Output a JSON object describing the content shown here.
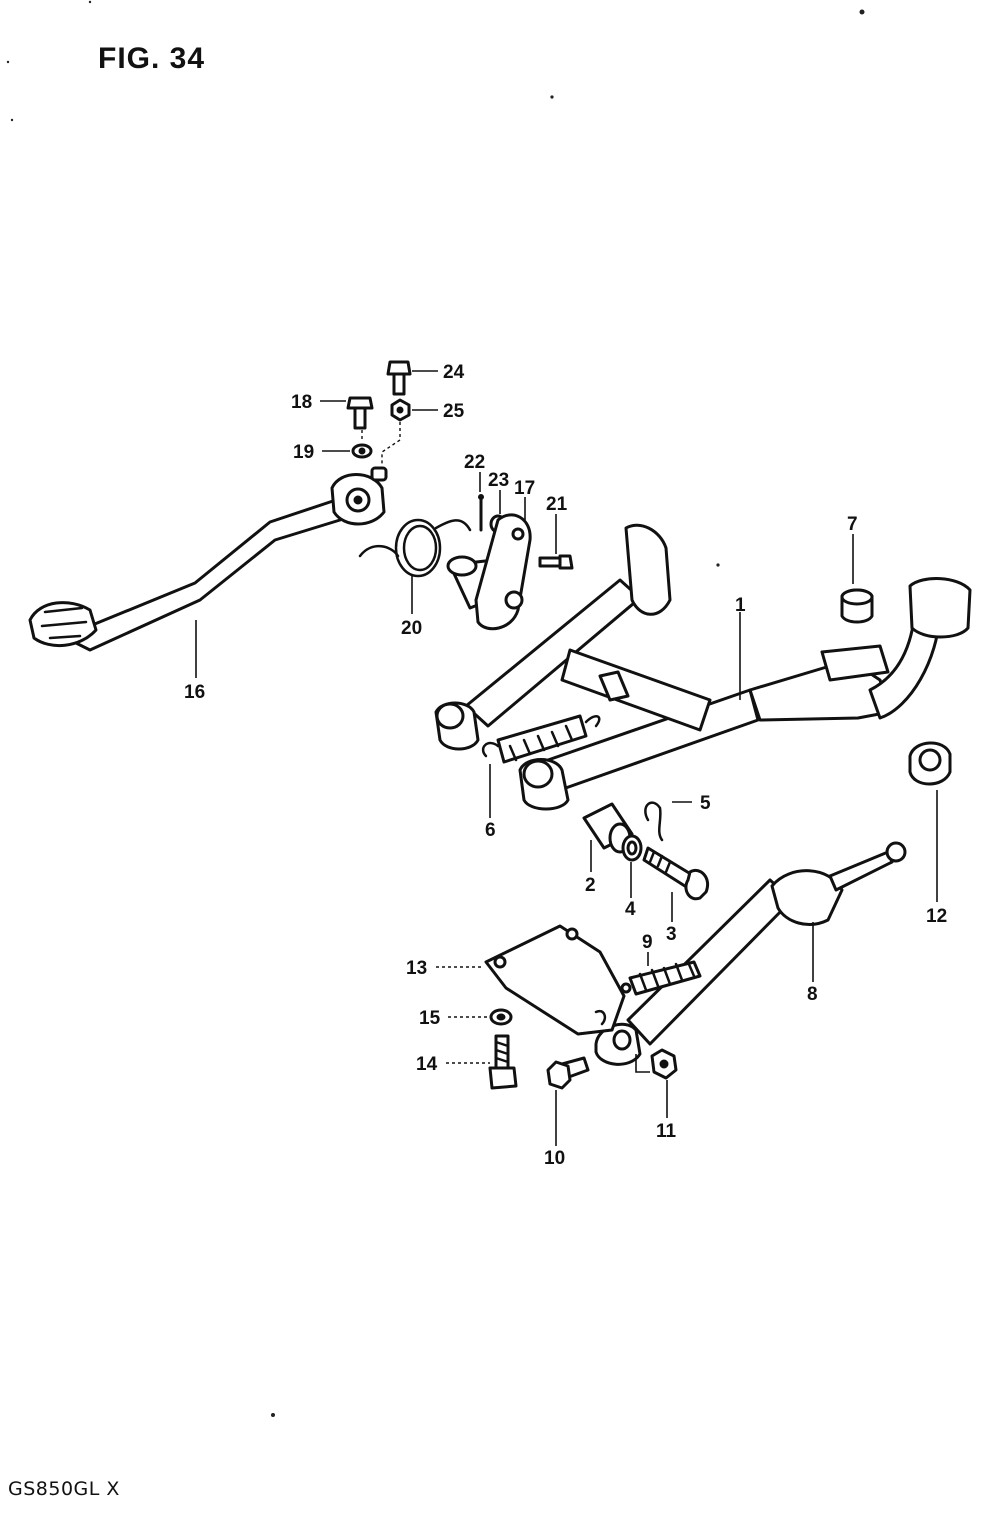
{
  "figure": {
    "title": "FIG. 34",
    "model": "GS850GL X"
  },
  "callouts": [
    {
      "id": "c1",
      "label": "1"
    },
    {
      "id": "c2",
      "label": "2"
    },
    {
      "id": "c3",
      "label": "3"
    },
    {
      "id": "c4",
      "label": "4"
    },
    {
      "id": "c5",
      "label": "5"
    },
    {
      "id": "c6",
      "label": "6"
    },
    {
      "id": "c7",
      "label": "7"
    },
    {
      "id": "c8",
      "label": "8"
    },
    {
      "id": "c9",
      "label": "9"
    },
    {
      "id": "c10",
      "label": "10"
    },
    {
      "id": "c11",
      "label": "11"
    },
    {
      "id": "c12",
      "label": "12"
    },
    {
      "id": "c13",
      "label": "13"
    },
    {
      "id": "c14",
      "label": "14"
    },
    {
      "id": "c15",
      "label": "15"
    },
    {
      "id": "c16",
      "label": "16"
    },
    {
      "id": "c17",
      "label": "17"
    },
    {
      "id": "c18",
      "label": "18"
    },
    {
      "id": "c19",
      "label": "19"
    },
    {
      "id": "c20",
      "label": "20"
    },
    {
      "id": "c21",
      "label": "21"
    },
    {
      "id": "c22",
      "label": "22"
    },
    {
      "id": "c23",
      "label": "23"
    },
    {
      "id": "c24",
      "label": "24"
    },
    {
      "id": "c25",
      "label": "25"
    }
  ]
}
